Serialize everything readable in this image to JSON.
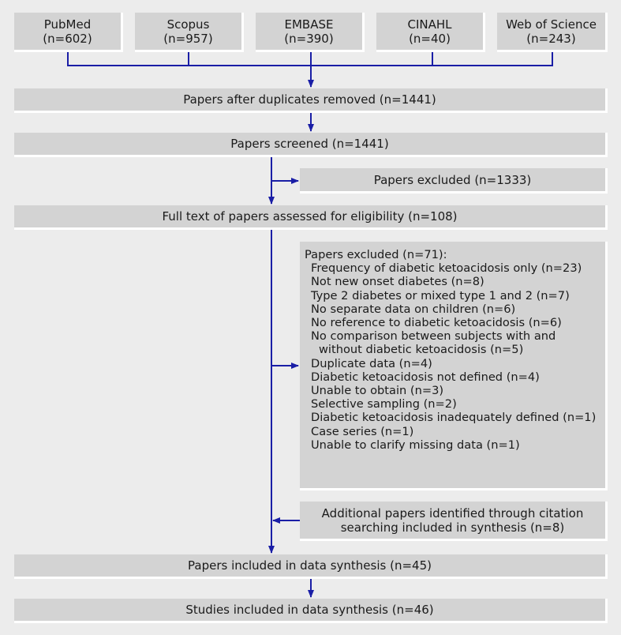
{
  "sources": [
    {
      "name": "PubMed",
      "count": "(n=602)"
    },
    {
      "name": "Scopus",
      "count": "(n=957)"
    },
    {
      "name": "EMBASE",
      "count": "(n=390)"
    },
    {
      "name": "CINAHL",
      "count": "(n=40)"
    },
    {
      "name": "Web of Science",
      "count": "(n=243)"
    }
  ],
  "steps": {
    "duplicates_removed": "Papers after duplicates removed (n=1441)",
    "screened": "Papers screened (n=1441)",
    "excluded_screening": "Papers excluded (n=1333)",
    "full_text": "Full text of papers assessed for eligibility (n=108)",
    "included_papers": "Papers included in data synthesis (n=45)",
    "included_studies": "Studies included in data synthesis (n=46)"
  },
  "full_text_exclusions": {
    "heading": "Papers excluded (n=71):",
    "items": [
      "Frequency of diabetic ketoacidosis only (n=23)",
      "Not new onset diabetes (n=8)",
      "Type 2 diabetes or mixed type 1 and 2 (n=7)",
      "No separate data on children (n=6)",
      "No reference to diabetic ketoacidosis (n=6)",
      "No comparison between subjects with and",
      "without diabetic ketoacidosis (n=5)",
      "Duplicate data (n=4)",
      "Diabetic ketoacidosis not defined (n=4)",
      "Unable to obtain (n=3)",
      "Selective sampling (n=2)",
      "Diabetic ketoacidosis inadequately defined (n=1)",
      "Case series (n=1)",
      "Unable to clarify missing data (n=1)"
    ]
  },
  "additional": {
    "line1": "Additional papers identified through citation",
    "line2": "searching included in synthesis (n=8)"
  },
  "colors": {
    "background": "#ececec",
    "box": "#d3d3d3",
    "arrow": "#1a1ea6"
  }
}
